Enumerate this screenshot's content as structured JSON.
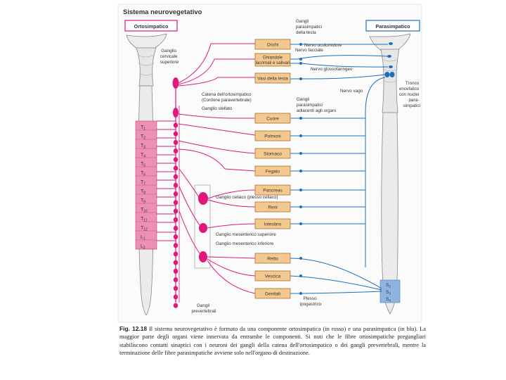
{
  "title": "Sistema neurovegetativo",
  "box_left": "Ortosimpatico",
  "box_right": "Parasimpatico",
  "vertebrae": [
    "T1",
    "T2",
    "T3",
    "T4",
    "T5",
    "T6",
    "T7",
    "T8",
    "T9",
    "T10",
    "T11",
    "T12",
    "L1",
    "L2"
  ],
  "sacral": [
    "S2",
    "S3",
    "S4"
  ],
  "organs": [
    "Occhi",
    "Ghiandole lacrimali e salivari",
    "Vasi della testa",
    "Cuore",
    "Polmoni",
    "Stomaco",
    "Fegato",
    "Pancreas",
    "Reni",
    "Intestino",
    "Retto",
    "Vescica",
    "Genitali"
  ],
  "labels": {
    "ganglio_cervicale": [
      "Ganglio",
      "cervicale",
      "superiore"
    ],
    "catena": [
      "Catena dell'ortosimpatico",
      "(Cordone paravertebrale)"
    ],
    "ganglio_stellato": "Ganglio stellato",
    "gangli_para_testa": [
      "Gangli",
      "parasimpatici",
      "della testa"
    ],
    "nervo_oculomotore": "Nervo oculomotore",
    "nervo_facciale": "Nervo facciale",
    "nervo_glosso": "Nervo glossofaringeo",
    "nervo_vago": "Nervo vago",
    "gangli_para_organi": [
      "Gangli",
      "parasimpatici",
      "adiacenti agli organi"
    ],
    "tronco": [
      "Tronco",
      "encefalico",
      "con nuclei",
      "para-",
      "simpatici"
    ],
    "ganglio_celiaco": "Ganglio celiaco (plesso celiaco)",
    "mes_sup": "Ganglio mesenterico superiore",
    "mes_inf": "Ganglio mesenterico inferiore",
    "gangli_prevert": [
      "Gangli",
      "prevertebrali"
    ],
    "plesso": [
      "Plesso",
      "ipogastrico"
    ]
  },
  "caption": {
    "fig": "Fig. 12.18",
    "text": "Il sistema neurovegetativo è formato da una componente ortosimpatica (in rosso) e una parasimpatica (in blu). La maggior parte degli organi viene innervata da entrambe le componenti. Si noti che le fibre ortosimpatiche pregangliari stabiliscono contatti sinaptici con i neuroni dei gangli della catena dell'ortosimpatico o dei gangli prevertebrali, mentre la terminazione delle fibre parasimpatiche avviene solo nell'organo di destinazione."
  },
  "colors": {
    "sympathetic": "#e0177c",
    "parasympathetic": "#1a6fbf",
    "organ_fill": "#f3c98f",
    "organ_stroke": "#a8702a",
    "spine_fill": "#ebebeb",
    "vert_fill": "#ee8fb5",
    "sacral_fill": "#8fb3e3",
    "bg_panel": "#f7f7f7"
  }
}
